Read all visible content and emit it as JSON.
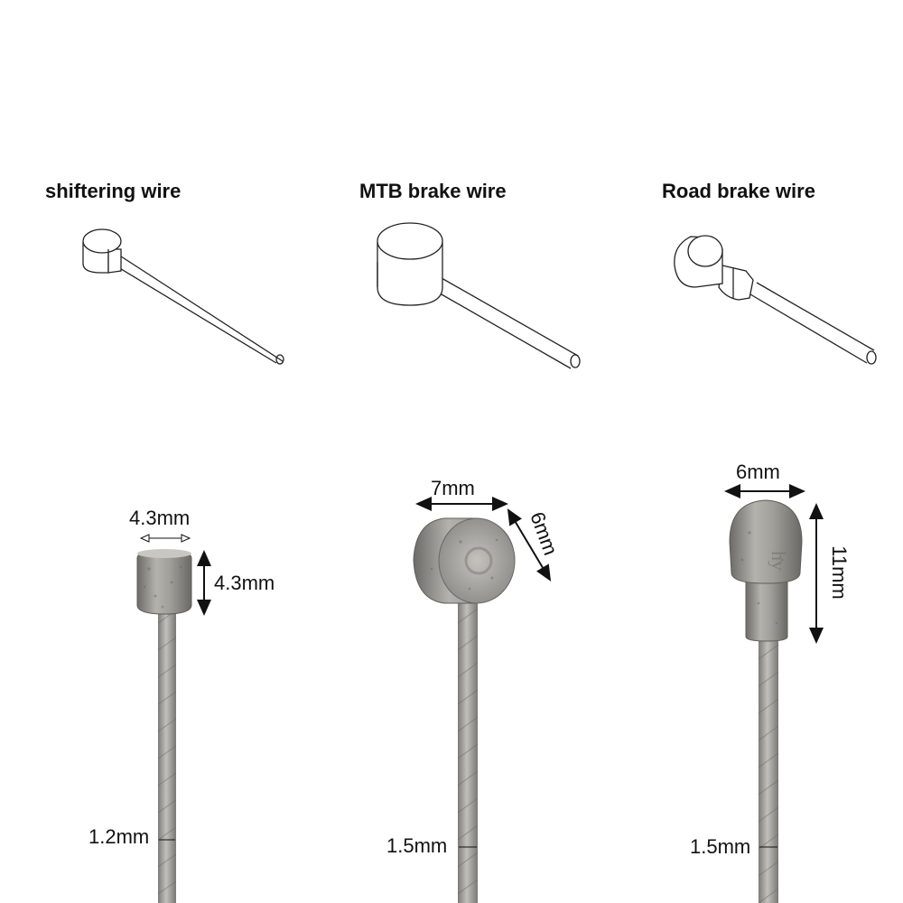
{
  "titles": {
    "shifter": "shiftering wire",
    "mtb": "MTB brake wire",
    "road": "Road brake wire"
  },
  "dimensions": {
    "shifter_width": "4.3mm",
    "shifter_height": "4.3mm",
    "shifter_cable": "1.2mm",
    "mtb_width": "7mm",
    "mtb_height": "6mm",
    "mtb_cable": "1.5mm",
    "road_width": "6mm",
    "road_height": "11mm",
    "road_cable": "1.5mm"
  },
  "colors": {
    "metal": "#9e9c98",
    "metal_dark": "#6f6d69",
    "line": "#222222"
  }
}
